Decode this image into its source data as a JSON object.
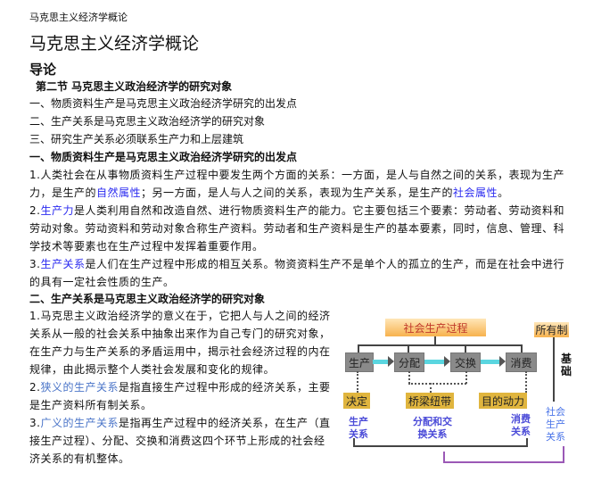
{
  "header": "马克思主义经济学概论",
  "title": "马克思主义经济学概论",
  "chapter": "导论",
  "section": "第二节  马克思主义政治经济学的研究对象",
  "outline": [
    "一、物质资料生产是马克思主义政治经济学研究的出发点",
    "二、生产关系是马克思主义政治经济学的研究对象",
    "三、研究生产关系必须联系生产力和上层建筑"
  ],
  "part1": {
    "heading": "一、物质资料生产是马克思主义政治经济学研究的出发点",
    "p1": {
      "a": "1.人类社会在从事物质资料生产过程中要发生两个方面的关系：一方面，是人与自然之间的关系，表现为生产力，是生产的",
      "b": "自然属性",
      "c": "；另一方面，是人与人之间的关系，表现为生产关系，是生产的",
      "d": "社会属性",
      "e": "。"
    },
    "p2": {
      "a": "2.",
      "b": "生产力",
      "c": "是人类利用自然和改造自然、进行物质资料生产的能力。它主要包括三个要素：劳动者、劳动资料和劳动对象。劳动资料和劳动对象合称生产资料。劳动者和生产资料是生产的基本要素，同时，信息、管理、科学技术等要素也在生产过程中发挥着重要作用。"
    },
    "p3": {
      "a": "3.",
      "b": "生产关系",
      "c": "是人们在生产过程中形成的相互关系。物资资料生产不是单个人的孤立的生产，而是在社会中进行的具有一定社会性质的生产。"
    }
  },
  "part2": {
    "heading": "二、生产关系是马克思主义政治经济学的研究对象",
    "p1": "1.马克思主义政治经济学的意义在于，它把人与人之间的经济关系从一般的社会关系中抽象出来作为自己专门的研究对象，在生产力与生产关系的矛盾运用中，揭示社会经济过程的内在规律，由此揭示整个人类社会发展和变化的规律。",
    "p2": {
      "a": "2.",
      "b": "狭义的生产关系",
      "c": "是指直接生产过程中形成的经济关系，主要是生产资料所有制关系。"
    },
    "p3": {
      "a": "3.",
      "b": "广义的生产关系",
      "c": "是指再生产过程中的经济关系，在生产（直接生产过程）、分配、交换和消费这四个环节上形成的社会经济关系的有机整体。"
    }
  },
  "diagram": {
    "top": "社会生产过程",
    "stages": [
      "生产",
      "分配",
      "交换",
      "消费"
    ],
    "ownership": "所有制",
    "basis": "基础",
    "roles": [
      "决定",
      "桥梁纽带",
      "目的动力"
    ],
    "relations": [
      "生产关系",
      "分配和交换关系",
      "消费关系"
    ],
    "social": "社会生产关系"
  }
}
